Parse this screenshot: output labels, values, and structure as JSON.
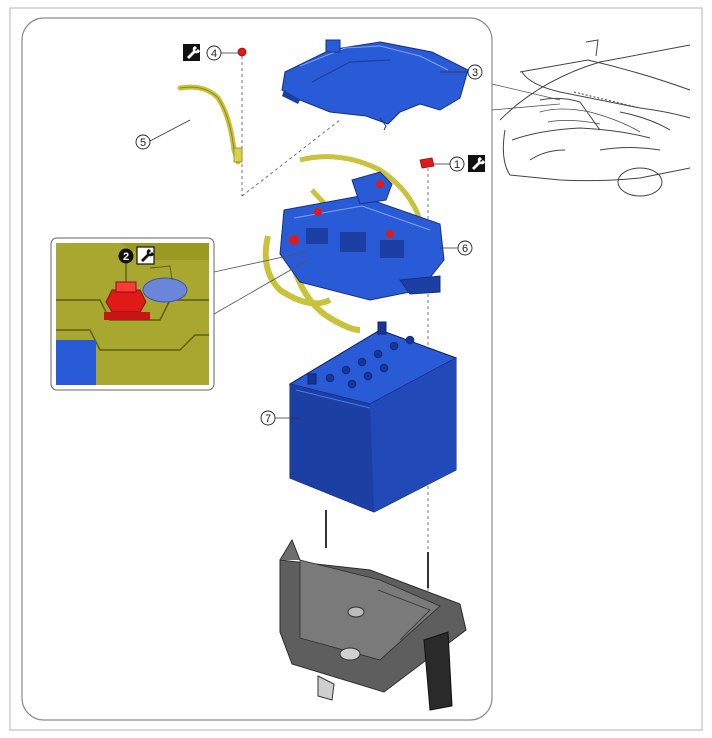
{
  "diagram": {
    "callouts": {
      "c1": "1",
      "c2": "2",
      "c3": "3",
      "c4": "4",
      "c5": "5",
      "c6": "6",
      "c7": "7"
    },
    "icons": {
      "torque": "wrench-icon"
    },
    "colors": {
      "part_blue": "#2a5bd7",
      "part_blue_dark": "#1b3fa3",
      "cable_yellow": "#c9c23a",
      "fastener_red": "#e01919",
      "tray_gray": "#5e5e5e",
      "detail_olive": "#8a8a1e",
      "frame_gray": "#9a9a9a"
    }
  }
}
